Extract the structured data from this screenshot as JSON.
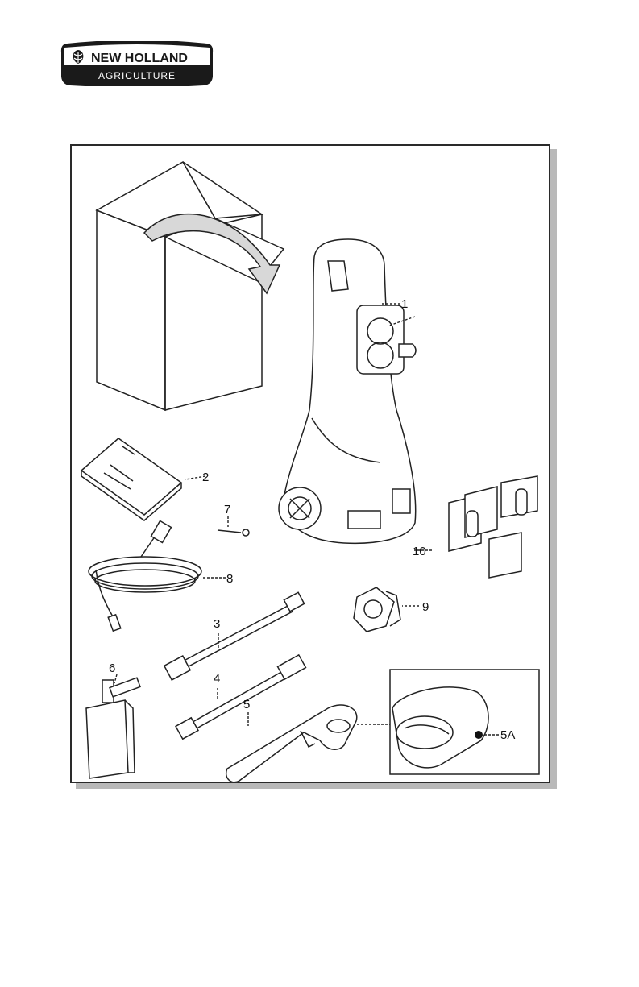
{
  "brand": {
    "name": "NEW HOLLAND",
    "division": "AGRICULTURE"
  },
  "figure": {
    "callouts": {
      "c1": "1",
      "c2": "2",
      "c3": "3",
      "c4": "4",
      "c5": "5",
      "c5a": "5A",
      "c6": "6",
      "c7": "7",
      "c8": "8",
      "c9": "9",
      "c10": "10"
    }
  }
}
